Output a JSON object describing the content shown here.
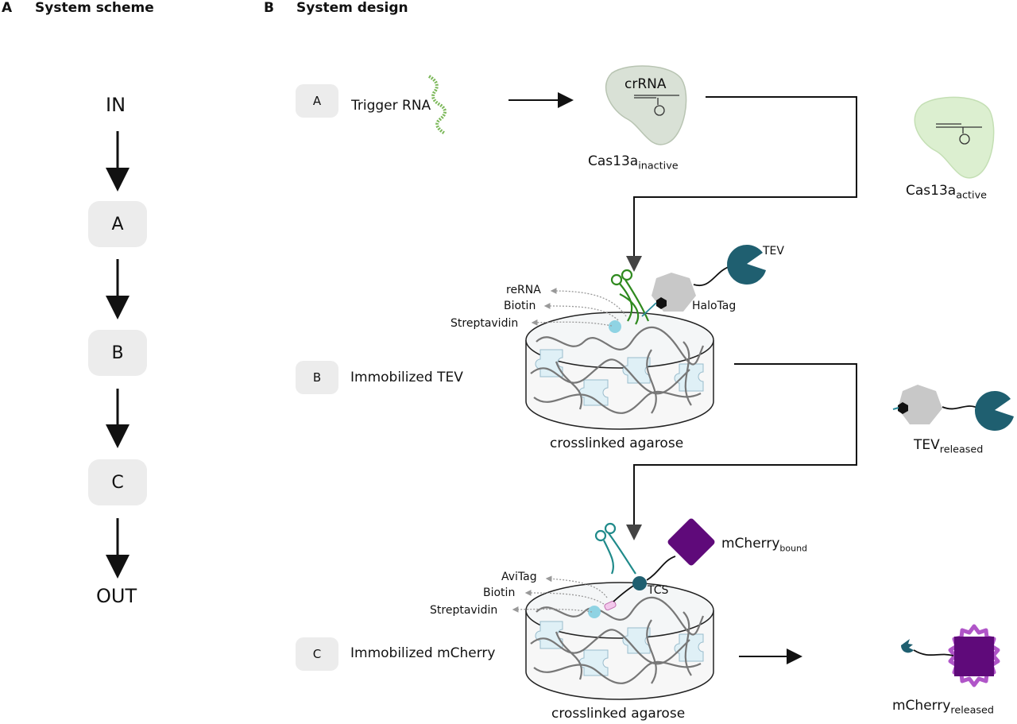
{
  "panel_a": {
    "letter": "A",
    "title": "System scheme",
    "in_label": "IN",
    "steps": [
      "A",
      "B",
      "C"
    ],
    "out_label": "OUT"
  },
  "panel_b": {
    "letter": "B",
    "title": "System design",
    "step_a": {
      "tag": "A",
      "label": "Trigger RNA",
      "crrna": "crRNA",
      "cas_inactive_main": "Cas13a",
      "cas_inactive_sub": "inactive",
      "cas_active_main": "Cas13a",
      "cas_active_sub": "active"
    },
    "step_b": {
      "tag": "B",
      "label": "Immobilized TEV",
      "tev": "TEV",
      "halotag": "HaloTag",
      "rerna": "reRNA",
      "biotin": "Biotin",
      "streptavidin": "Streptavidin",
      "agarose": "crosslinked agarose",
      "tev_released_main": "TEV",
      "tev_released_sub": "released"
    },
    "step_c": {
      "tag": "C",
      "label": "Immobilized mCherry",
      "mcherry_bound_main": "mCherry",
      "mcherry_bound_sub": "bound",
      "avitag": "AviTag",
      "biotin": "Biotin",
      "streptavidin": "Streptavidin",
      "tcs": "TCS",
      "agarose": "crosslinked agarose",
      "mcherry_released_main": "mCherry",
      "mcherry_released_sub": "released"
    }
  },
  "colors": {
    "cas_inactive": "#d9e1d6",
    "cas_active": "#dcefd0",
    "tev": "#1f5f70",
    "halotag": "#c8c8c8",
    "mcherry": "#5f0a7a",
    "mcherry_glow": "#b055c8",
    "scissors_b": "#2f8a1f",
    "scissors_c": "#1f8a8a",
    "streptavidin": "#8fd3e3",
    "agarose_fill": "#dff0f6"
  }
}
